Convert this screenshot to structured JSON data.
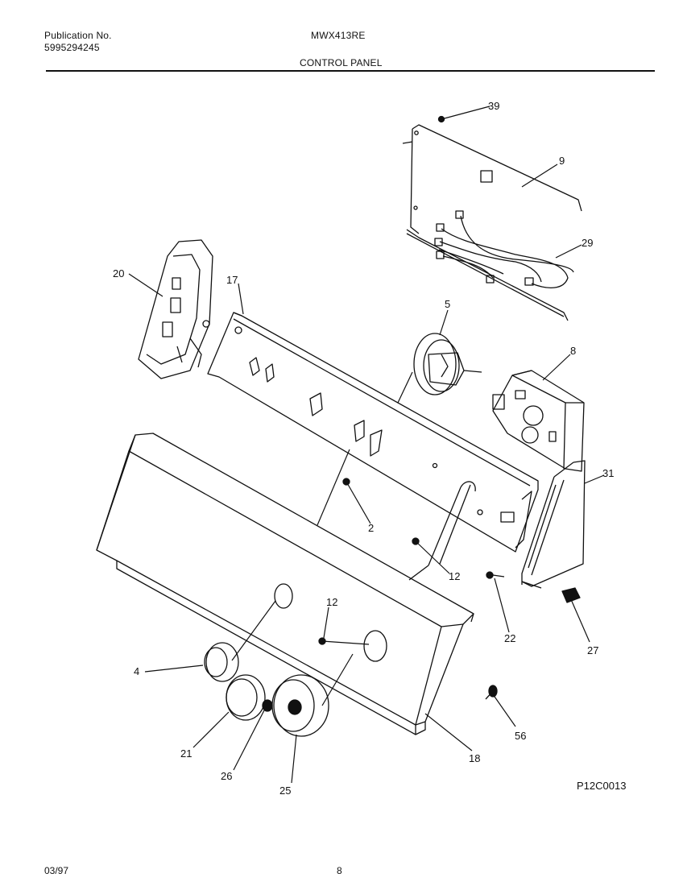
{
  "header": {
    "publication_label": "Publication No.",
    "publication_number": "5995294245",
    "model": "MWX413RE",
    "section": "CONTROL PANEL"
  },
  "diagram": {
    "figure_code": "P12C0013",
    "callouts": {
      "c39": "39",
      "c9": "9",
      "c29": "29",
      "c20": "20",
      "c17": "17",
      "c5": "5",
      "c8": "8",
      "c31": "31",
      "c2": "2",
      "c12a": "12",
      "c22": "22",
      "c27": "27",
      "c12b": "12",
      "c4": "4",
      "c21": "21",
      "c26": "26",
      "c25": "25",
      "c18": "18",
      "c56": "56"
    }
  },
  "footer": {
    "date": "03/97",
    "page": "8"
  }
}
